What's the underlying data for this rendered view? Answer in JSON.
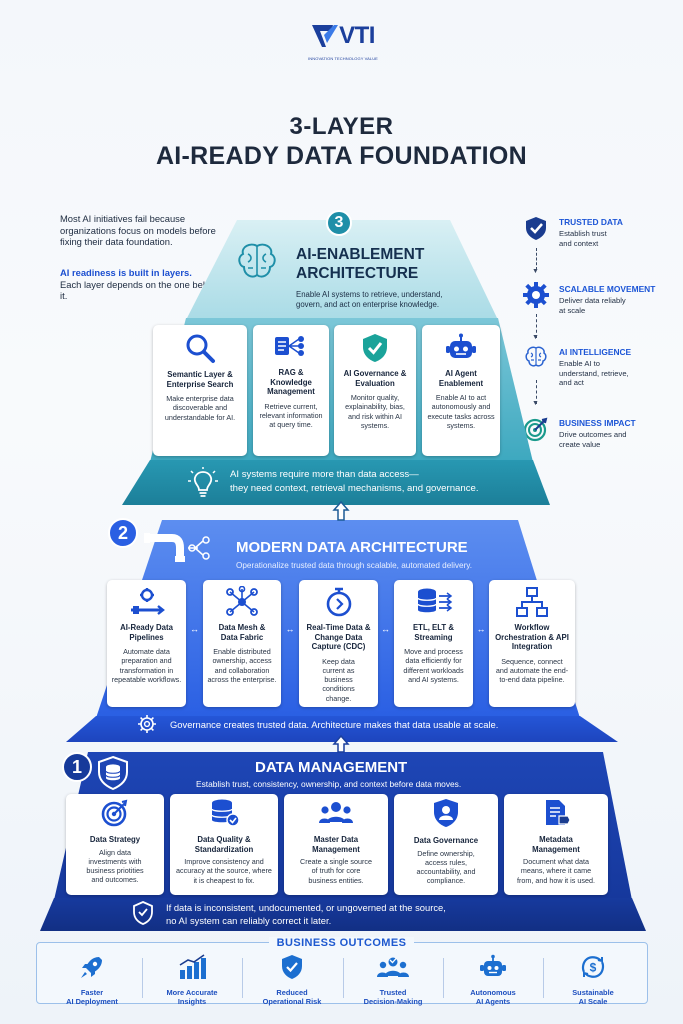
{
  "logo": {
    "text": "VTI",
    "tagline": "INNOVATION TECHNOLOGY VALUE"
  },
  "title": {
    "line1": "3-LAYER",
    "line2": "AI-READY DATA FOUNDATION"
  },
  "intro": {
    "text": "Most AI initiatives fail because organizations focus on models before fixing their data foundation.",
    "highlight": "AI readiness is built in layers.",
    "rest": "Each layer depends on the one below it."
  },
  "legend": [
    {
      "title": "TRUSTED DATA",
      "desc": "Establish trust and context",
      "icon": "shield-check-icon"
    },
    {
      "title": "SCALABLE MOVEMENT",
      "desc": "Deliver data reliably at scale",
      "icon": "gear-icon"
    },
    {
      "title": "AI INTELLIGENCE",
      "desc": "Enable AI to understand, retrieve, and act",
      "icon": "brain-icon"
    },
    {
      "title": "BUSINESS IMPACT",
      "desc": "Drive outcomes and create value",
      "icon": "target-icon"
    }
  ],
  "layer3": {
    "number": "3",
    "title_line1": "AI-ENABLEMENT",
    "title_line2": "ARCHITECTURE",
    "subtitle": "Enable AI systems to retrieve, understand, govern, and act on enterprise knowledge.",
    "cards": [
      {
        "title": "Semantic Layer & Enterprise Search",
        "desc": "Make enterprise data discoverable and understandable for AI."
      },
      {
        "title": "RAG & Knowledge Management",
        "desc": "Retrieve current, relevant information at query time."
      },
      {
        "title": "AI Governance & Evaluation",
        "desc": "Monitor quality, explainability, bias, and risk within AI systems."
      },
      {
        "title": "AI Agent Enablement",
        "desc": "Enable AI to act autonomously and execute tasks across systems."
      }
    ],
    "footer_line1": "AI systems require more than data access—",
    "footer_line2": "they need context, retrieval mechanisms, and governance."
  },
  "layer2": {
    "number": "2",
    "title": "MODERN DATA ARCHITECTURE",
    "subtitle": "Operationalize trusted data through scalable, automated delivery.",
    "cards": [
      {
        "title": "AI-Ready Data Pipelines",
        "desc": "Automate data preparation and transformation in repeatable workflows."
      },
      {
        "title": "Data Mesh & Data Fabric",
        "desc": "Enable distributed ownership, access and collaboration across the enterprise."
      },
      {
        "title": "Real-Time Data & Change Data Capture (CDC)",
        "desc": "Keep data current as business conditions change."
      },
      {
        "title": "ETL, ELT & Streaming",
        "desc": "Move and process data efficiently for different workloads and AI systems."
      },
      {
        "title": "Workflow Orchestration & API Integration",
        "desc": "Sequence, connect and automate the end-to-end data pipeline."
      }
    ],
    "footer": "Governance creates trusted data. Architecture makes that data usable at scale."
  },
  "layer1": {
    "number": "1",
    "title": "DATA MANAGEMENT",
    "subtitle": "Establish trust, consistency, ownership, and context before data moves.",
    "cards": [
      {
        "title": "Data Strategy",
        "desc": "Align data investments with business priotities and outcomes."
      },
      {
        "title": "Data Quality & Standardization",
        "desc": "Improve consistency and accuracy at the source, where it is cheapest to fix."
      },
      {
        "title": "Master Data Management",
        "desc": "Create a single source of truth for core business entities."
      },
      {
        "title": "Data Governance",
        "desc": "Define ownership, access rules, accountability, and compliance."
      },
      {
        "title": "Metadata Management",
        "desc": "Document what data means, where it came from, and how it is used."
      }
    ],
    "footer_line1": "If data is inconsistent, undocumented, or ungoverned at the source,",
    "footer_line2": "no AI system can reliably correct it later."
  },
  "outcomes": {
    "title": "BUSINESS OUTCOMES",
    "items": [
      {
        "line1": "Faster",
        "line2": "AI Deployment",
        "icon": "rocket-icon"
      },
      {
        "line1": "More Accurate",
        "line2": "Insights",
        "icon": "bar-chart-icon"
      },
      {
        "line1": "Reduced",
        "line2": "Operational Risk",
        "icon": "shield-check-icon"
      },
      {
        "line1": "Trusted",
        "line2": "Decision-Making",
        "icon": "people-icon"
      },
      {
        "line1": "Autonomous",
        "line2": "AI Agents",
        "icon": "robot-icon"
      },
      {
        "line1": "Sustainable",
        "line2": "AI Scale",
        "icon": "dollar-cycle-icon"
      }
    ]
  },
  "colors": {
    "teal_top": "#bfe6ee",
    "teal_mid": "#2a9bb4",
    "teal_dark": "#1b7c96",
    "blue_mid": "#2f66e8",
    "blue_dark": "#1d3fa8",
    "navy": "#163a9a",
    "accent": "#1c55d6"
  }
}
